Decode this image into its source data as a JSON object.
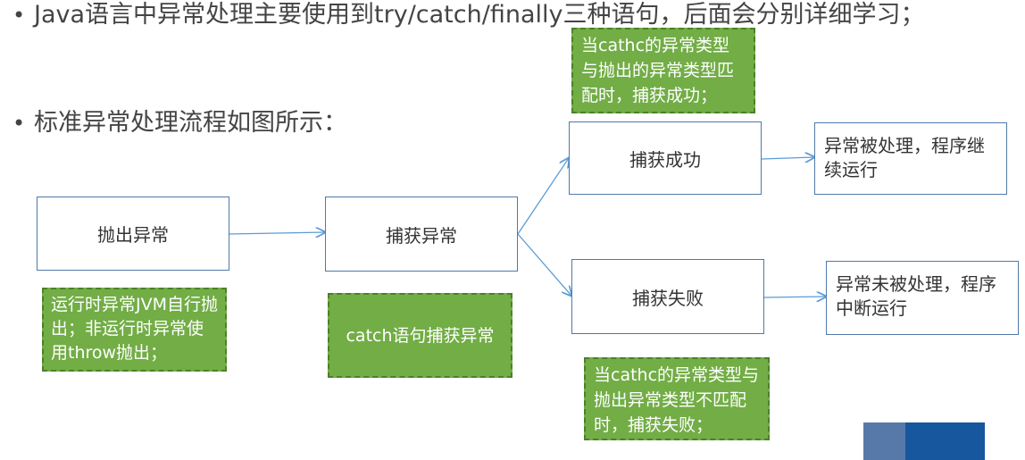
{
  "bullets": [
    "Java语言中异常处理主要使用到try/catch/finally三种语句，后面会分别详细学习；",
    "标准异常处理流程如图所示："
  ],
  "bullet_symbol": "•",
  "boxes": {
    "throw": "抛出异常",
    "catch": "捕获异常",
    "success": "捕获成功",
    "fail": "捕获失败",
    "handled": "异常被处理，程序继续运行",
    "unhandled": "异常未被处理，程序中断运行"
  },
  "notes": {
    "throw_note": "运行时异常JVM自行抛出；非运行时异常使用throw抛出；",
    "catch_note": "catch语句捕获异常",
    "success_note": "当cathc的异常类型与抛出的异常类型匹配时，捕获成功；",
    "fail_note": "当cathc的异常类型与抛出异常类型不匹配时，捕获失败；"
  },
  "colors": {
    "box_border": "#4f7aa8",
    "arrow": "#5b9bd5",
    "note_fill": "#72ad46",
    "note_border": "#4d7f2c",
    "deco_light": "#5779a9",
    "deco_dark": "#17579e"
  }
}
